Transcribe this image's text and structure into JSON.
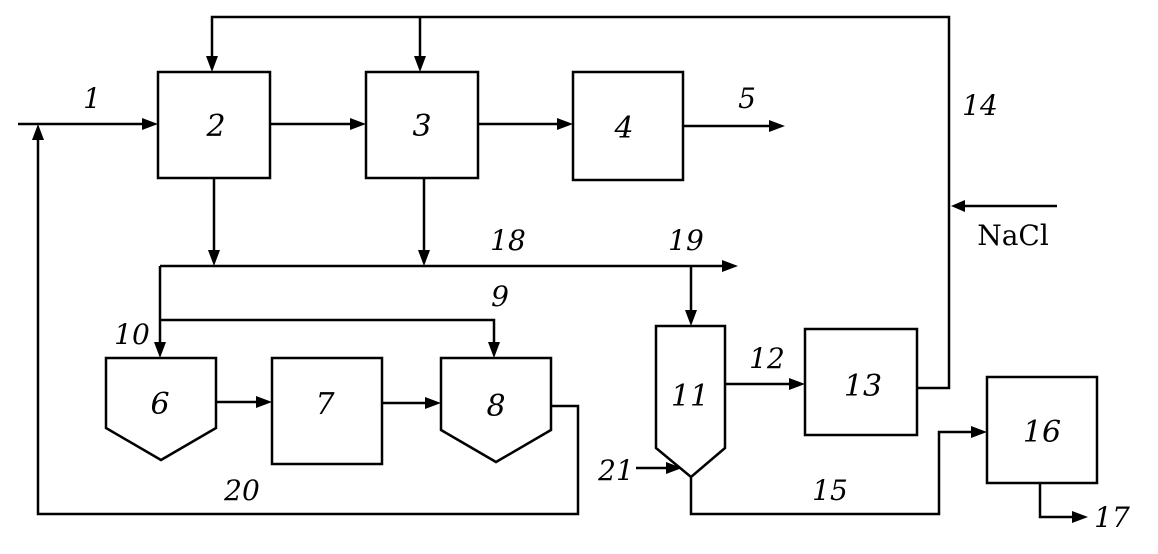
{
  "blocks": {
    "b2": "2",
    "b3": "3",
    "b4": "4",
    "b6": "6",
    "b7": "7",
    "b8": "8",
    "b11": "11",
    "b13": "13",
    "b16": "16"
  },
  "flows": {
    "f1": "1",
    "f5": "5",
    "f9": "9",
    "f10": "10",
    "f12": "12",
    "f14": "14",
    "f15": "15",
    "f17": "17",
    "f18": "18",
    "f19": "19",
    "f20": "20",
    "f21": "21"
  },
  "reagent": "NaCl"
}
